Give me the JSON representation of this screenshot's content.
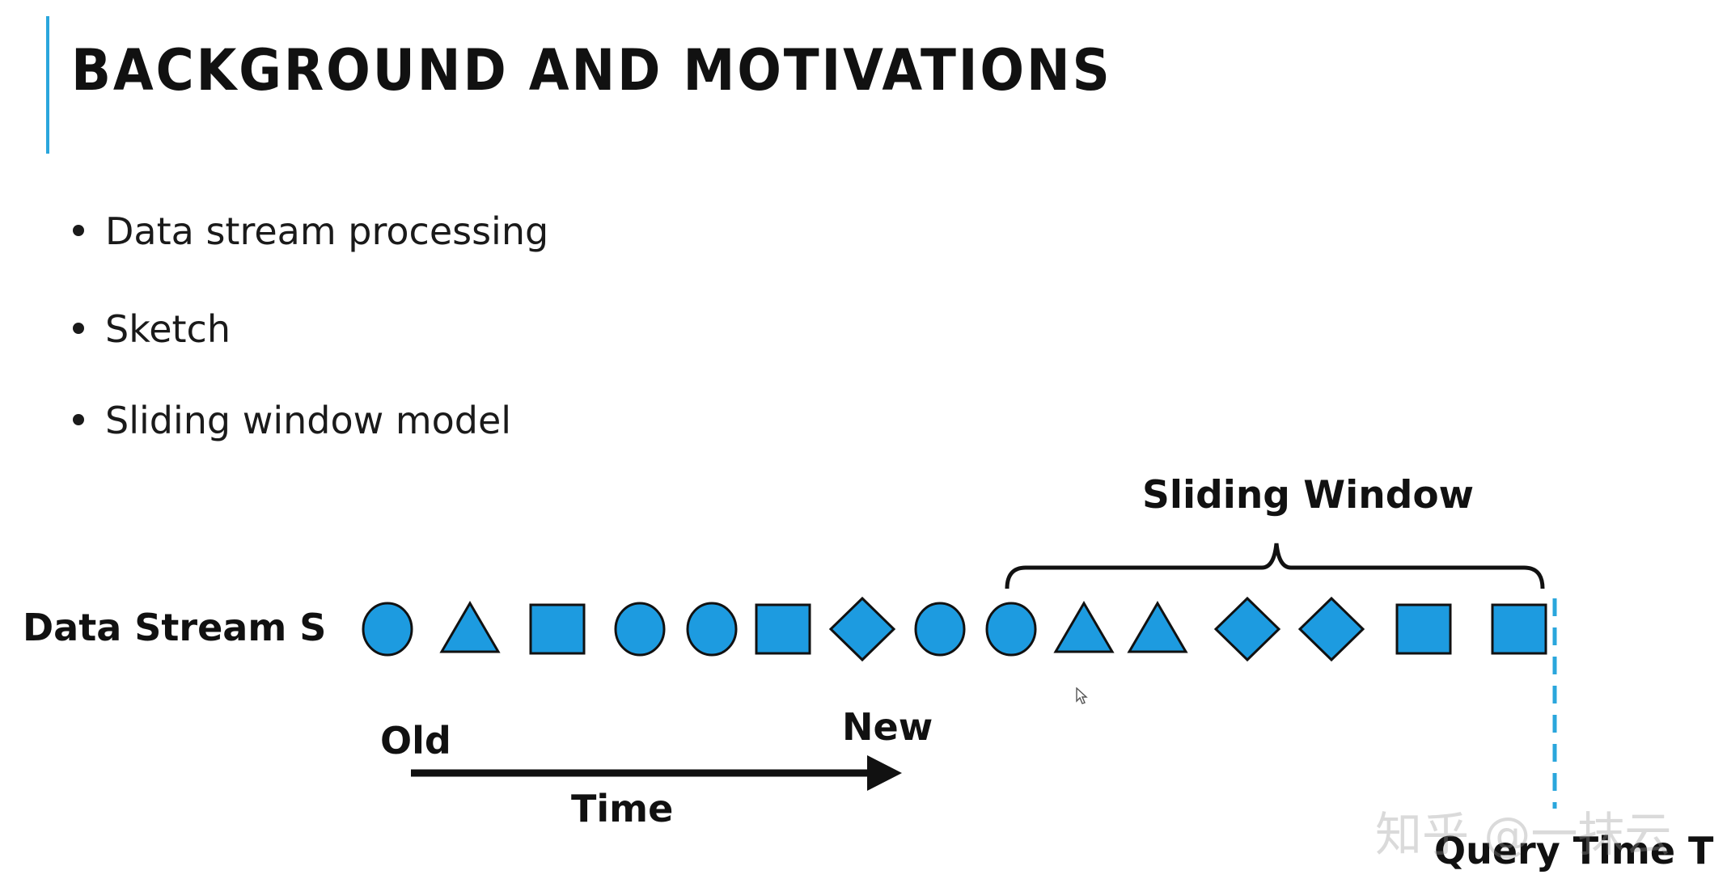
{
  "slide": {
    "title": "BACKGROUND AND MOTIVATIONS",
    "accent_color": "#2aa6dc",
    "bullets": [
      "Data stream processing",
      "Sketch",
      "Sliding window model"
    ]
  },
  "diagram": {
    "stream_label": "Data Stream S",
    "window_label": "Sliding Window",
    "old_label": "Old",
    "new_label": "New",
    "time_label": "Time",
    "query_label": "Query Time T",
    "shape_fill": "#1d9be0",
    "shape_stroke": "#111111",
    "query_line_color": "#2aa6dc",
    "stream_items": [
      "circle",
      "triangle",
      "square",
      "circle",
      "circle",
      "square",
      "diamond",
      "circle",
      "circle",
      "triangle",
      "triangle",
      "diamond",
      "diamond",
      "square",
      "square"
    ],
    "window_start_index": 8,
    "window_end_index": 14
  },
  "watermark": {
    "text": "知乎 @一抹云"
  }
}
